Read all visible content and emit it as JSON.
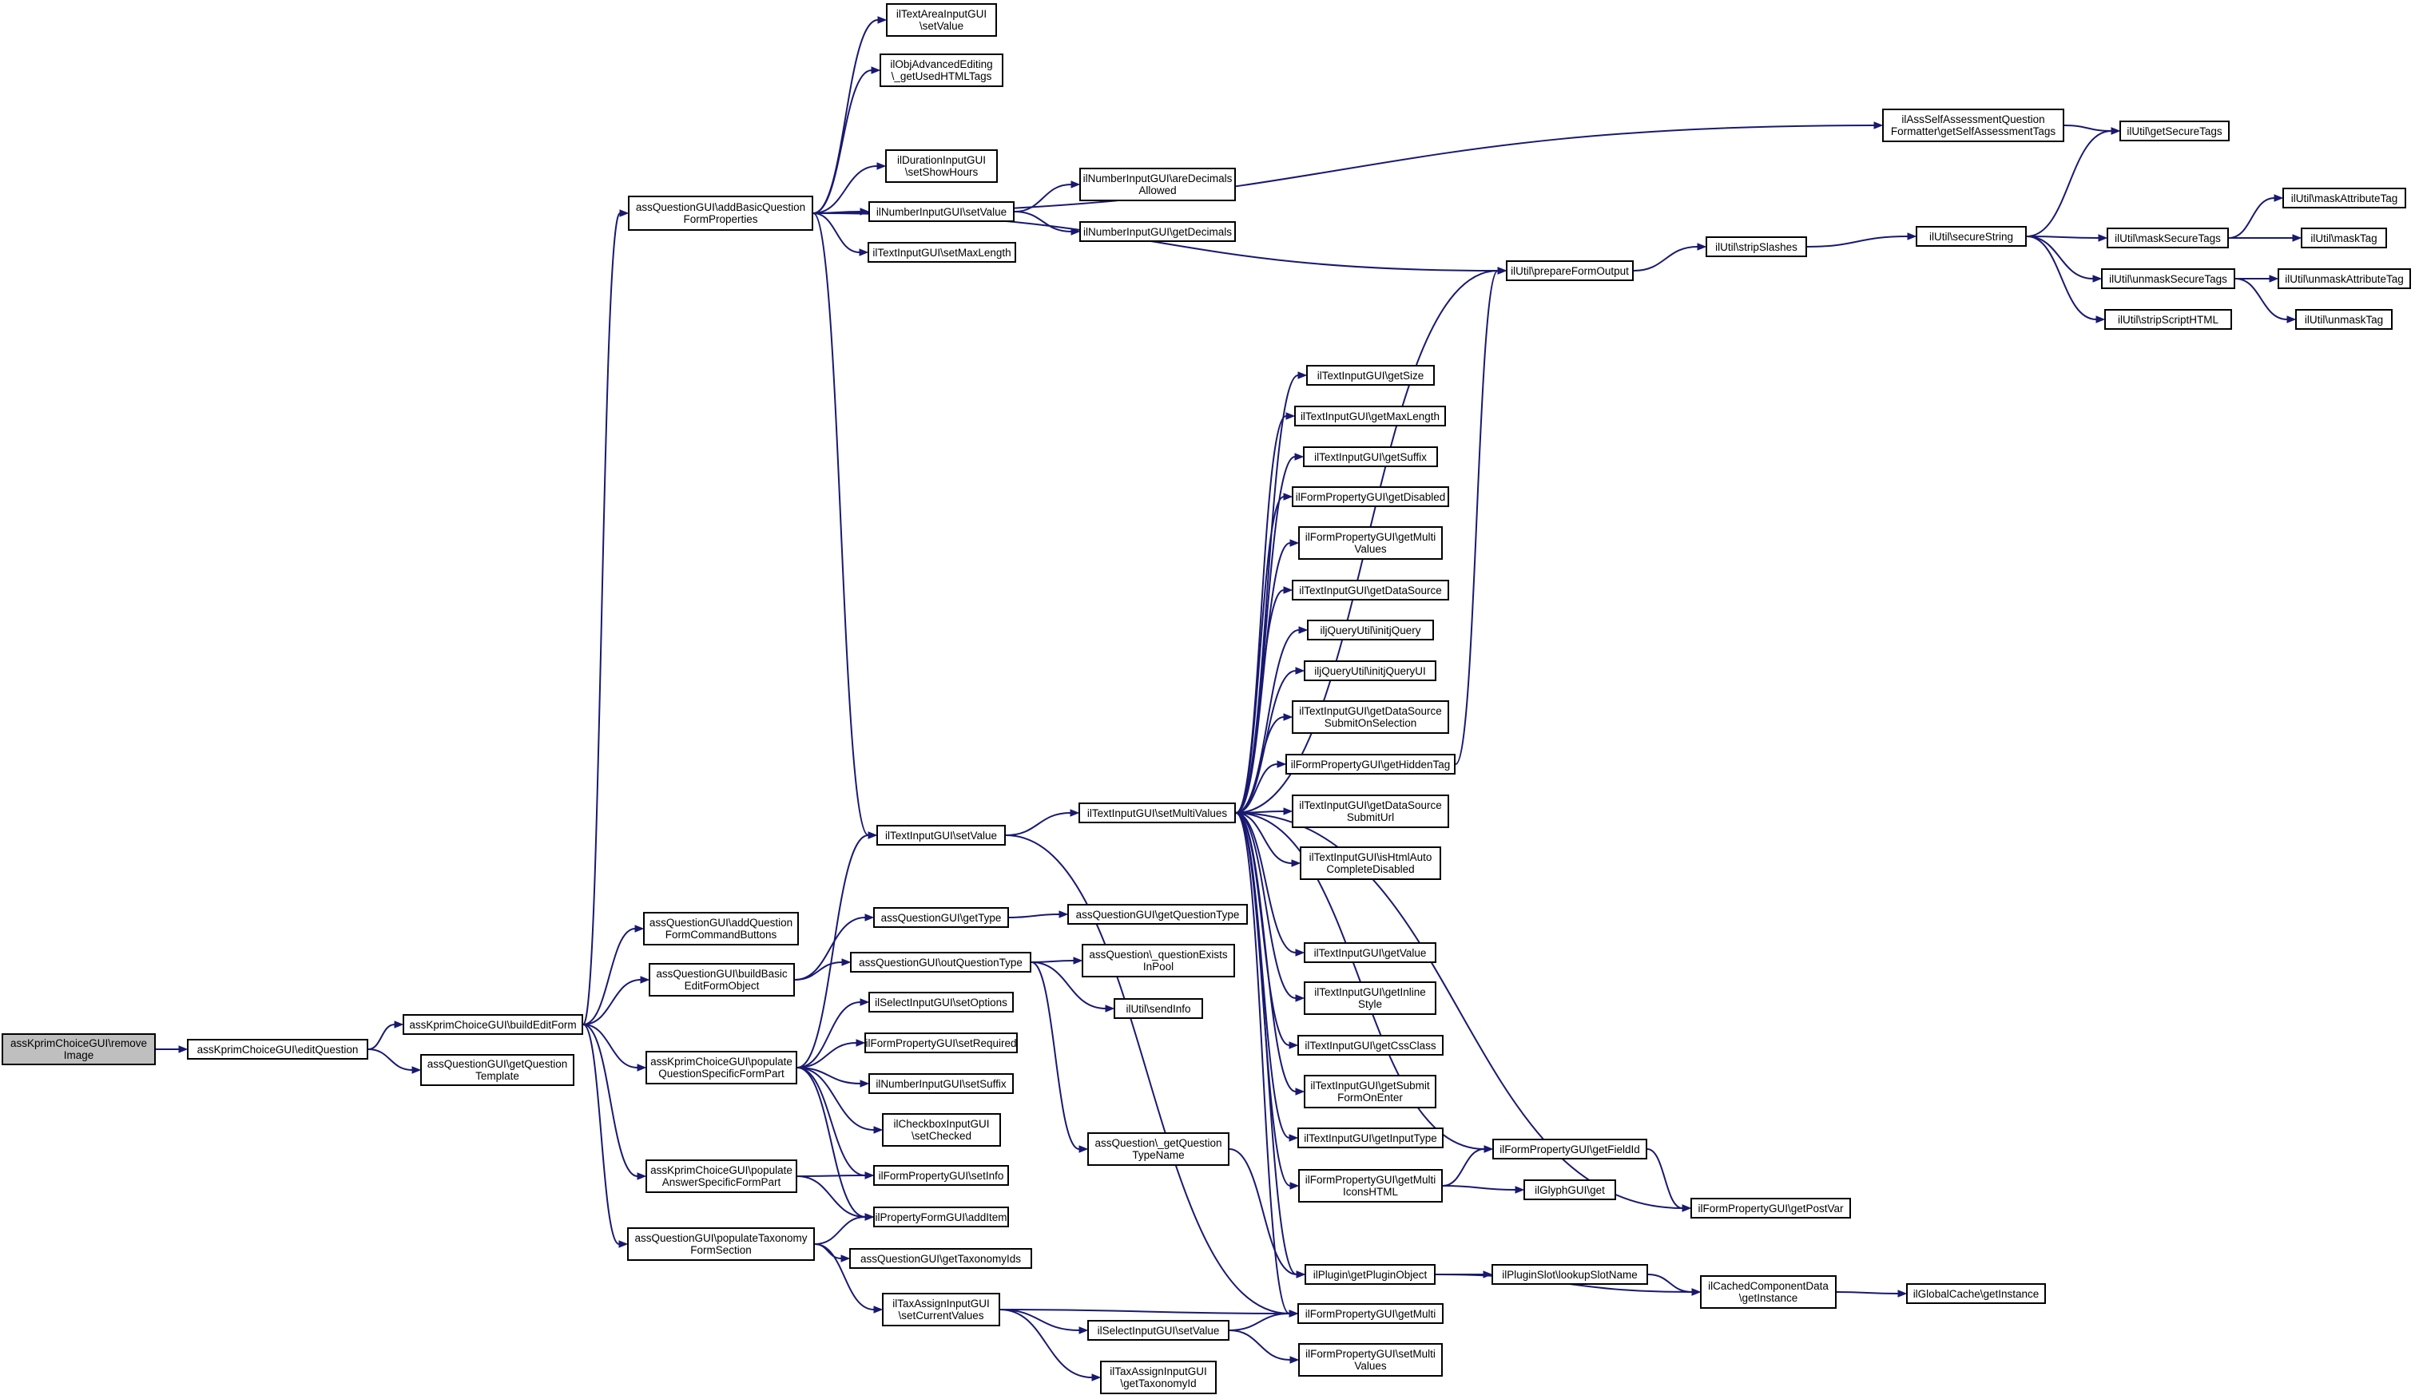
{
  "colors": {
    "edge": "#191970",
    "root_fill": "#bfbfbf",
    "node_fill": "#ffffff",
    "border": "#000000"
  },
  "nodes": [
    {
      "id": "n0",
      "label": "assKprimChoiceGUI\\remove\nImage",
      "root": true
    },
    {
      "id": "n1",
      "label": "assKprimChoiceGUI\\editQuestion"
    },
    {
      "id": "n2",
      "label": "assKprimChoiceGUI\\buildEditForm"
    },
    {
      "id": "n3",
      "label": "assQuestionGUI\\getQuestion\nTemplate"
    },
    {
      "id": "n4",
      "label": "assQuestionGUI\\addBasicQuestion\nFormProperties"
    },
    {
      "id": "n5",
      "label": "assQuestionGUI\\addQuestion\nFormCommandButtons"
    },
    {
      "id": "n6",
      "label": "assQuestionGUI\\buildBasic\nEditFormObject"
    },
    {
      "id": "n7",
      "label": "assKprimChoiceGUI\\populate\nQuestionSpecificFormPart"
    },
    {
      "id": "n8",
      "label": "assKprimChoiceGUI\\populate\nAnswerSpecificFormPart"
    },
    {
      "id": "n9",
      "label": "assQuestionGUI\\populateTaxonomy\nFormSection"
    },
    {
      "id": "n10",
      "label": "ilTextAreaInputGUI\n\\setValue"
    },
    {
      "id": "n11",
      "label": "ilObjAdvancedEditing\n\\_getUsedHTMLTags"
    },
    {
      "id": "n12",
      "label": "ilDurationInputGUI\n\\setShowHours"
    },
    {
      "id": "n13",
      "label": "ilNumberInputGUI\\setValue"
    },
    {
      "id": "n14",
      "label": "ilTextInputGUI\\setMaxLength"
    },
    {
      "id": "n15",
      "label": "ilTextInputGUI\\setValue"
    },
    {
      "id": "n16",
      "label": "assQuestionGUI\\getType"
    },
    {
      "id": "n17",
      "label": "assQuestionGUI\\outQuestionType"
    },
    {
      "id": "n18",
      "label": "ilSelectInputGUI\\setOptions"
    },
    {
      "id": "n19",
      "label": "ilFormPropertyGUI\\setRequired"
    },
    {
      "id": "n20",
      "label": "ilNumberInputGUI\\setSuffix"
    },
    {
      "id": "n21",
      "label": "ilCheckboxInputGUI\n\\setChecked"
    },
    {
      "id": "n22",
      "label": "ilFormPropertyGUI\\setInfo"
    },
    {
      "id": "n23",
      "label": "ilPropertyFormGUI\\addItem"
    },
    {
      "id": "n24",
      "label": "assQuestionGUI\\getTaxonomyIds"
    },
    {
      "id": "n25",
      "label": "ilTaxAssignInputGUI\n\\setCurrentValues"
    },
    {
      "id": "n26",
      "label": "ilNumberInputGUI\\areDecimals\nAllowed"
    },
    {
      "id": "n27",
      "label": "ilNumberInputGUI\\getDecimals"
    },
    {
      "id": "n28",
      "label": "ilTextInputGUI\\setMultiValues"
    },
    {
      "id": "n29",
      "label": "assQuestionGUI\\getQuestionType"
    },
    {
      "id": "n30",
      "label": "assQuestion\\_questionExists\nInPool"
    },
    {
      "id": "n31",
      "label": "ilUtil\\sendInfo"
    },
    {
      "id": "n32",
      "label": "assQuestion\\_getQuestion\nTypeName"
    },
    {
      "id": "n33",
      "label": "ilSelectInputGUI\\setValue"
    },
    {
      "id": "n34",
      "label": "ilTaxAssignInputGUI\n\\getTaxonomyId"
    },
    {
      "id": "n35",
      "label": "ilAssSelfAssessmentQuestion\nFormatter\\getSelfAssessmentTags"
    },
    {
      "id": "n36",
      "label": "ilUtil\\getSecureTags"
    },
    {
      "id": "n37",
      "label": "ilUtil\\prepareFormOutput"
    },
    {
      "id": "n38",
      "label": "ilUtil\\stripSlashes"
    },
    {
      "id": "n39",
      "label": "ilUtil\\secureString"
    },
    {
      "id": "n40",
      "label": "ilUtil\\maskSecureTags"
    },
    {
      "id": "n41",
      "label": "ilUtil\\unmaskSecureTags"
    },
    {
      "id": "n42",
      "label": "ilUtil\\stripScriptHTML"
    },
    {
      "id": "n43",
      "label": "ilUtil\\maskAttributeTag"
    },
    {
      "id": "n44",
      "label": "ilUtil\\maskTag"
    },
    {
      "id": "n45",
      "label": "ilUtil\\unmaskAttributeTag"
    },
    {
      "id": "n46",
      "label": "ilUtil\\unmaskTag"
    },
    {
      "id": "n47",
      "label": "ilTextInputGUI\\getSize"
    },
    {
      "id": "n48",
      "label": "ilTextInputGUI\\getMaxLength"
    },
    {
      "id": "n49",
      "label": "ilTextInputGUI\\getSuffix"
    },
    {
      "id": "n50",
      "label": "ilFormPropertyGUI\\getDisabled"
    },
    {
      "id": "n51",
      "label": "ilFormPropertyGUI\\getMulti\nValues"
    },
    {
      "id": "n52",
      "label": "ilTextInputGUI\\getDataSource"
    },
    {
      "id": "n53",
      "label": "iljQueryUtil\\initjQuery"
    },
    {
      "id": "n54",
      "label": "iljQueryUtil\\initjQueryUI"
    },
    {
      "id": "n55",
      "label": "ilTextInputGUI\\getDataSource\nSubmitOnSelection"
    },
    {
      "id": "n56",
      "label": "ilFormPropertyGUI\\getHiddenTag"
    },
    {
      "id": "n57",
      "label": "ilTextInputGUI\\getDataSource\nSubmitUrl"
    },
    {
      "id": "n58",
      "label": "ilTextInputGUI\\isHtmlAuto\nCompleteDisabled"
    },
    {
      "id": "n59",
      "label": "ilTextInputGUI\\getValue"
    },
    {
      "id": "n60",
      "label": "ilTextInputGUI\\getInline\nStyle"
    },
    {
      "id": "n61",
      "label": "ilTextInputGUI\\getCssClass"
    },
    {
      "id": "n62",
      "label": "ilTextInputGUI\\getSubmit\nFormOnEnter"
    },
    {
      "id": "n63",
      "label": "ilTextInputGUI\\getInputType"
    },
    {
      "id": "n64",
      "label": "ilFormPropertyGUI\\getMulti\nIconsHTML"
    },
    {
      "id": "n65",
      "label": "ilPlugin\\getPluginObject"
    },
    {
      "id": "n66",
      "label": "ilFormPropertyGUI\\getMulti"
    },
    {
      "id": "n67",
      "label": "ilFormPropertyGUI\\setMulti\nValues"
    },
    {
      "id": "n68",
      "label": "ilFormPropertyGUI\\getFieldId"
    },
    {
      "id": "n69",
      "label": "ilGlyphGUI\\get"
    },
    {
      "id": "n70",
      "label": "ilFormPropertyGUI\\getPostVar"
    },
    {
      "id": "n71",
      "label": "ilPluginSlot\\lookupSlotName"
    },
    {
      "id": "n72",
      "label": "ilCachedComponentData\n\\getInstance"
    },
    {
      "id": "n73",
      "label": "ilGlobalCache\\getInstance"
    }
  ]
}
